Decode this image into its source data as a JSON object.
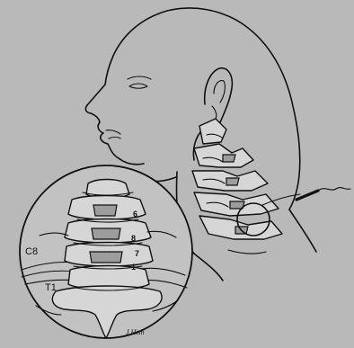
{
  "labels": {
    "c8": "C8",
    "t1": "T1",
    "level_6": "6",
    "level_7": "7",
    "level_8": "8",
    "level_1": "1",
    "signature": "J.Hish"
  }
}
